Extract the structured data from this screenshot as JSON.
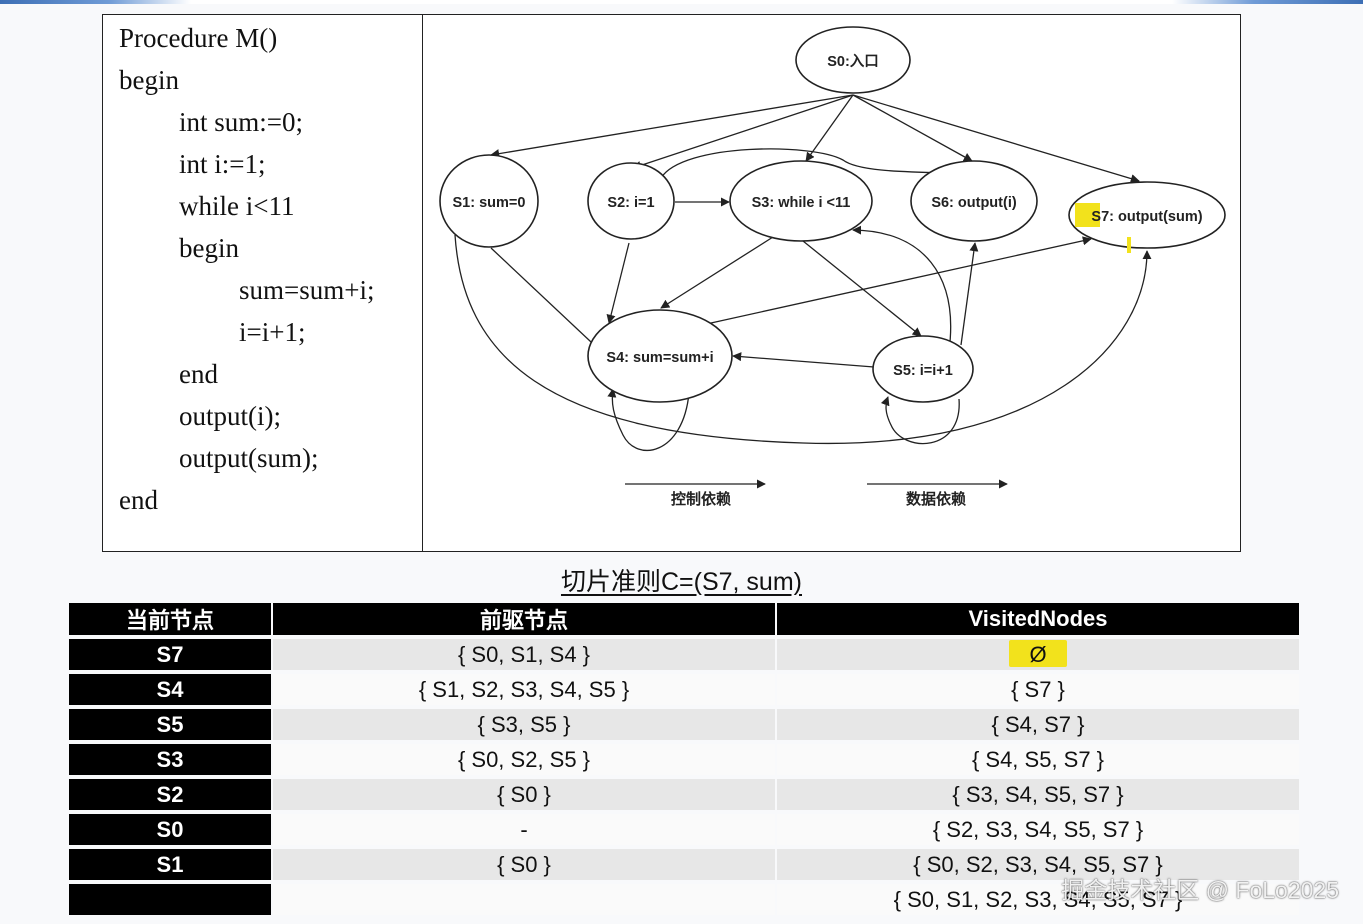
{
  "code": {
    "lines": [
      "Procedure M()",
      "begin",
      "int sum:=0;",
      "int i:=1;",
      "while i<11",
      "begin",
      "sum=sum+i;",
      "i=i+1;",
      "end",
      "output(i);",
      "output(sum);",
      "end"
    ]
  },
  "graph": {
    "nodes": {
      "s0": "S0:入口",
      "s1": "S1: sum=0",
      "s2": "S2: i=1",
      "s3": "S3: while i <11",
      "s4": "S4: sum=sum+i",
      "s5": "S5: i=i+1",
      "s6": "S6: output(i)",
      "s7_id": "S7",
      "s7_rest": ": output(sum)"
    },
    "legend": {
      "control": "控制依赖",
      "data": "数据依赖"
    },
    "colors": {
      "highlight": "#f2e21c",
      "ink": "#222222"
    }
  },
  "caption": "切片准则C=(S7, sum)",
  "table": {
    "headers": [
      "当前节点",
      "前驱节点",
      "VisitedNodes"
    ],
    "rows": [
      {
        "node": "S7",
        "pred": "{ S0, S1, S4 }",
        "visited": "Ø"
      },
      {
        "node": "S4",
        "pred": "{ S1, S2, S3, S4, S5 }",
        "visited": "{ S7 }"
      },
      {
        "node": "S5",
        "pred": "{ S3, S5 }",
        "visited": "{ S4, S7 }"
      },
      {
        "node": "S3",
        "pred": "{ S0, S2, S5 }",
        "visited": "{ S4, S5, S7 }"
      },
      {
        "node": "S2",
        "pred": "{ S0 }",
        "visited": "{ S3, S4, S5, S7 }"
      },
      {
        "node": "S0",
        "pred": "-",
        "visited": "{ S2, S3, S4, S5, S7 }"
      },
      {
        "node": "S1",
        "pred": "{ S0 }",
        "visited": "{ S0, S2, S3, S4, S5, S7 }"
      },
      {
        "node": "",
        "pred": "",
        "visited": "{ S0, S1, S2, S3, S4, S5, S7 }"
      }
    ]
  },
  "watermark": "掘金技术社区 @ FoLo2025"
}
